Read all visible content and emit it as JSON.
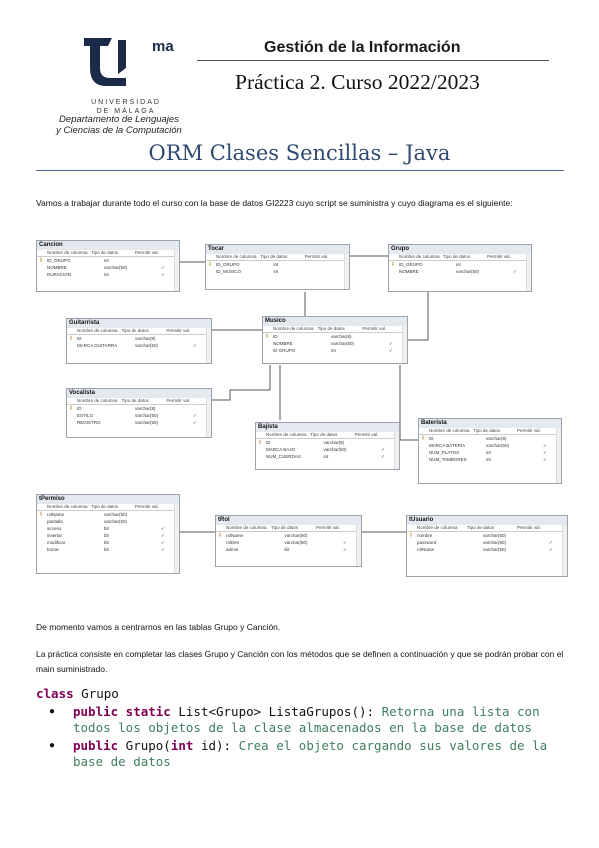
{
  "header": {
    "logo_ma": "ma",
    "university": "UNIVERSIDAD DE MÁLAGA",
    "department_line1": "Departamento de Lenguajes",
    "department_line2": "y Ciencias de la Computación",
    "course_title": "Gestión de la Información",
    "practice": "Práctica 2. Curso 2022/2023",
    "doc_title": "ORM Clases Sencillas – Java"
  },
  "intro": "Vamos a trabajar durante todo el curso con la base de datos GI2223 cuyo script se suministra y cuyo diagrama es el siguiente:",
  "diagram": {
    "tables": [
      {
        "name": "Cancion",
        "cols": [
          "Nombre de columna",
          "Tipo de datos",
          "Permitir val."
        ],
        "rows": [
          [
            "ID_GRUPO",
            "int",
            ""
          ],
          [
            "NOMBRE",
            "varchar(50)",
            "✓"
          ],
          [
            "DURACION",
            "int",
            "✓"
          ]
        ]
      },
      {
        "name": "Tocar",
        "cols": [
          "Nombre de columna",
          "Tipo de datos",
          "Permitir val."
        ],
        "rows": [
          [
            "ID_GRUPO",
            "int",
            ""
          ],
          [
            "ID_MUSICO",
            "int",
            ""
          ]
        ]
      },
      {
        "name": "Grupo",
        "cols": [
          "Nombre de columna",
          "Tipo de datos",
          "Permitir val."
        ],
        "rows": [
          [
            "ID_GRUPO",
            "int",
            ""
          ],
          [
            "NOMBRE",
            "varchar(50)",
            "✓"
          ]
        ]
      },
      {
        "name": "Guitarrista",
        "cols": [
          "Nombre de columna",
          "Tipo de datos",
          "Permitir val."
        ],
        "rows": [
          [
            "ID",
            "varchar(8)",
            ""
          ],
          [
            "MARCA GUITARRA",
            "varchar(50)",
            "✓"
          ]
        ]
      },
      {
        "name": "Musico",
        "cols": [
          "Nombre de columna",
          "Tipo de datos",
          "Permitir val."
        ],
        "rows": [
          [
            "ID",
            "varchar(8)",
            ""
          ],
          [
            "NOMBRE",
            "varchar(50)",
            "✓"
          ],
          [
            "ID GRUPO",
            "int",
            "✓"
          ]
        ]
      },
      {
        "name": "Vocalista",
        "cols": [
          "Nombre de columna",
          "Tipo de datos",
          "Permitir val."
        ],
        "rows": [
          [
            "ID",
            "varchar(8)",
            ""
          ],
          [
            "ESTILO",
            "varchar(50)",
            "✓"
          ],
          [
            "REGISTRO",
            "varchar(50)",
            "✓"
          ]
        ]
      },
      {
        "name": "Bajista",
        "cols": [
          "Nombre de columna",
          "Tipo de datos",
          "Permitir val."
        ],
        "rows": [
          [
            "ID",
            "varchar(8)",
            ""
          ],
          [
            "MARCA BAJO",
            "varchar(50)",
            "✓"
          ],
          [
            "NUM_CUERDAS",
            "int",
            "✓"
          ]
        ]
      },
      {
        "name": "Baterista",
        "cols": [
          "Nombre de columna",
          "Tipo de datos",
          "Permitir val."
        ],
        "rows": [
          [
            "ID",
            "varchar(8)",
            ""
          ],
          [
            "MARCA BATERIA",
            "varchar(50)",
            "✓"
          ],
          [
            "NUM_PLATOS",
            "int",
            "✓"
          ],
          [
            "NUM_TAMBORES",
            "int",
            "✓"
          ]
        ]
      },
      {
        "name": "tPermiso",
        "cols": [
          "Nombre de columna",
          "Tipo de datos",
          "Permitir val."
        ],
        "rows": [
          [
            "rolName",
            "varchar(50)",
            ""
          ],
          [
            "pantalla",
            "varchar(50)",
            ""
          ],
          [
            "acceso",
            "bit",
            "✓"
          ],
          [
            "insertar",
            "bit",
            "✓"
          ],
          [
            "modificar",
            "bit",
            "✓"
          ],
          [
            "borrar",
            "bit",
            "✓"
          ]
        ]
      },
      {
        "name": "tRol",
        "cols": [
          "Nombre de columna",
          "Tipo de datos",
          "Permitir val."
        ],
        "rows": [
          [
            "rolName",
            "varchar(50)",
            ""
          ],
          [
            "rolDes",
            "varchar(50)",
            "✓"
          ],
          [
            "admin",
            "bit",
            "✓"
          ]
        ]
      },
      {
        "name": "tUsuario",
        "cols": [
          "Nombre de columna",
          "Tipo de datos",
          "Permitir val."
        ],
        "rows": [
          [
            "nombre",
            "varchar(50)",
            ""
          ],
          [
            "password",
            "varchar(50)",
            "✓"
          ],
          [
            "rolName",
            "varchar(50)",
            "✓"
          ]
        ]
      }
    ]
  },
  "p1": "De momento vamos a centrarnos en las tablas Grupo y Canción.",
  "p2": "La práctica consiste en completar las clases Grupo y Canción con los métodos que se definen a continuación y que se podrán probar con el main suministrado.",
  "code": {
    "class_kw": "class",
    "class_name": " Grupo",
    "m1_kw": "public static",
    "m1_sig": " List<Grupo> ListaGrupos():",
    "m1_comment": " Retorna una lista con todos los objetos de la clase almacenados en la base de datos",
    "m2_kw": "public",
    "m2_sig_a": " Grupo(",
    "m2_kw2": "int",
    "m2_sig_b": " id):",
    "m2_comment": " Crea el objeto cargando sus valores de la base de datos"
  }
}
